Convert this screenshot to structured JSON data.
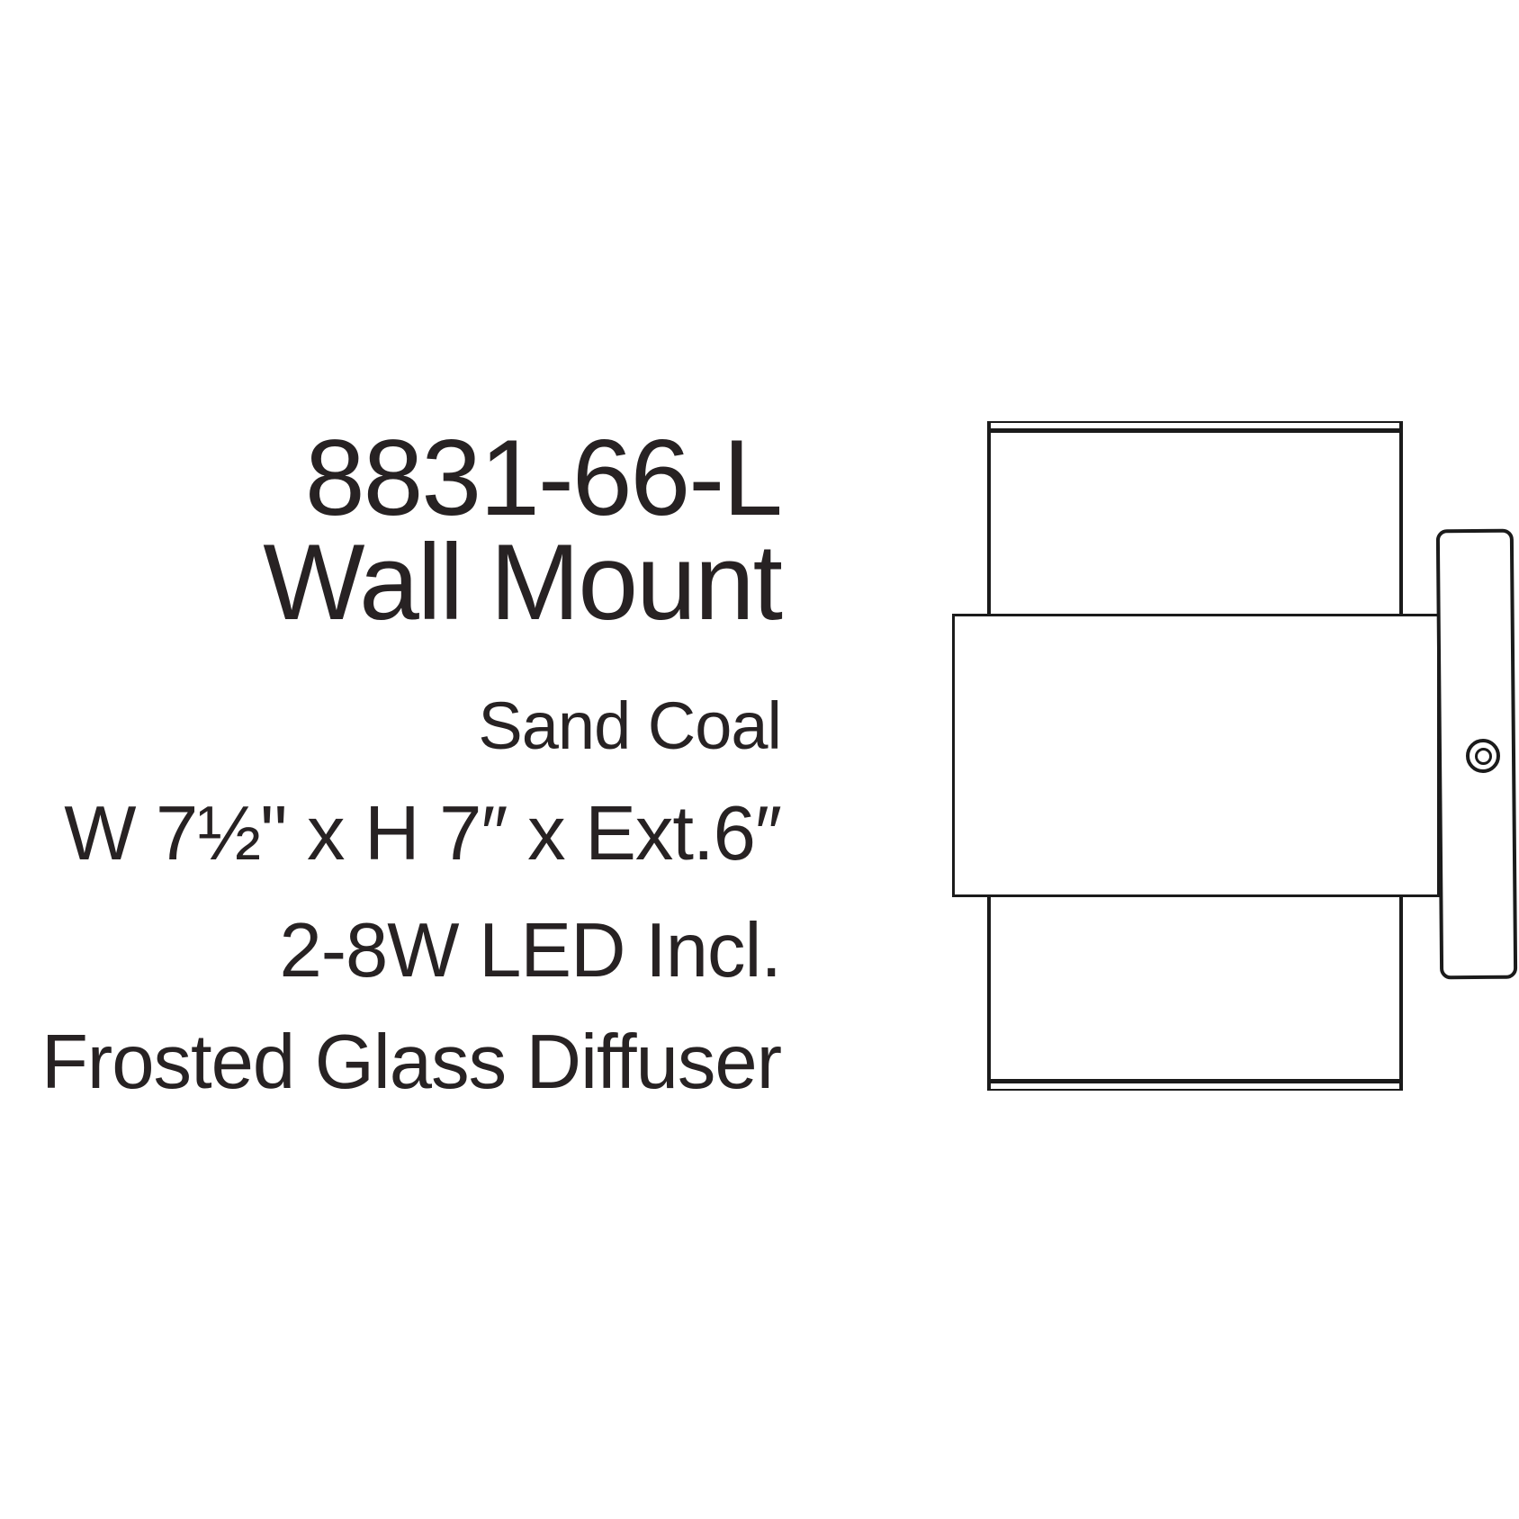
{
  "product": {
    "model": "8831-66-L",
    "name": "Wall Mount",
    "finish": "Sand Coal",
    "dimensions": "W 7½\" x H 7″ x Ext.6″",
    "lamping": "2-8W LED Incl.",
    "diffuser": "Frosted Glass Diffuser"
  },
  "colors": {
    "text": "#272223",
    "line": "#1b1b1b",
    "background": "#ffffff"
  },
  "diagram": {
    "type": "side-view line drawing",
    "parts": [
      "fixture body",
      "top rim",
      "bottom rim",
      "center band",
      "wall mount plate",
      "mounting screw"
    ]
  }
}
